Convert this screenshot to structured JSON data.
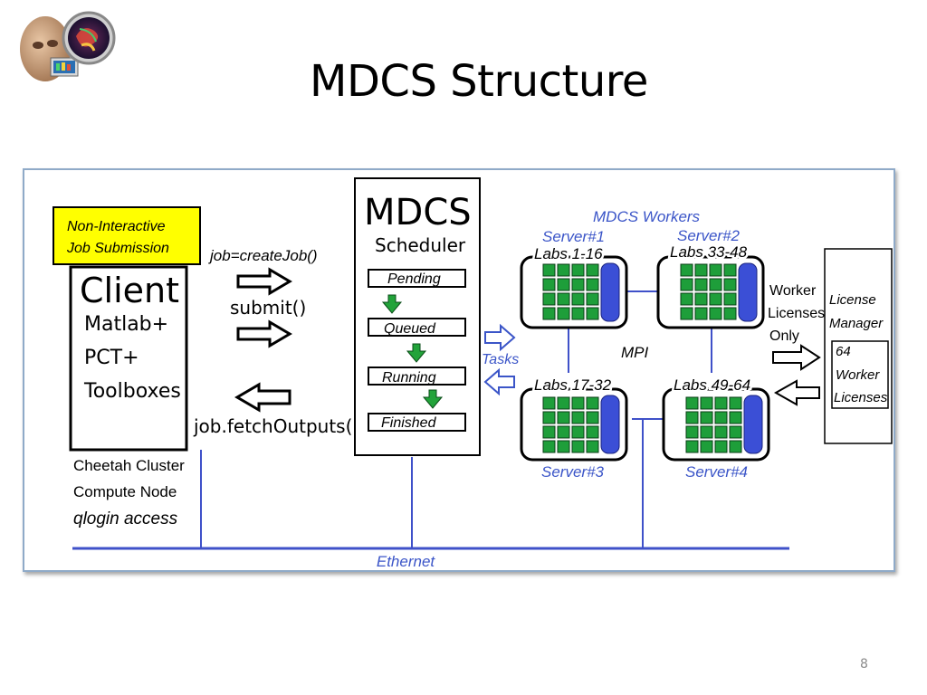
{
  "slide": {
    "title": "MDCS Structure",
    "page_number": "8"
  },
  "client": {
    "callout_line1": "Non-Interactive",
    "callout_line2": "Job Submission",
    "heading": "Client",
    "software": [
      "Matlab+",
      "PCT+",
      "Toolboxes"
    ],
    "node_line1": "Cheetah Cluster",
    "node_line2": "Compute Node",
    "node_line3": "qlogin access"
  },
  "commands": {
    "create_job": "job=createJob()",
    "submit": "submit()",
    "fetch_outputs": "job.fetchOutputs()"
  },
  "scheduler": {
    "title": "MDCS",
    "subtitle": "Scheduler",
    "states": [
      "Pending",
      "Queued",
      "Running",
      "Finished"
    ]
  },
  "tasks_label": "Tasks",
  "workers": {
    "title": "MDCS Workers",
    "mpi_label": "MPI",
    "servers": [
      {
        "name": "Server#1",
        "labs": "Labs 1-16"
      },
      {
        "name": "Server#2",
        "labs": "Labs 33-48"
      },
      {
        "name": "Server#3",
        "labs": "Labs 17-32"
      },
      {
        "name": "Server#4",
        "labs": "Labs 49-64"
      }
    ]
  },
  "licensing": {
    "worker_line1": "Worker",
    "worker_line2": "Licenses",
    "worker_line3": "Only",
    "manager_line1": "License",
    "manager_line2": "Manager",
    "count_line1": "64",
    "count_line2": "Worker",
    "count_line3": "Licenses"
  },
  "network": {
    "label": "Ethernet"
  },
  "colors": {
    "callout_fill": "#ffff00",
    "lab_green": "#1e9e3a",
    "server_blue": "#3b4fd6",
    "link_blue": "#3f51c9",
    "label_blue": "#3b55c8",
    "arrow_green": "#22a33a"
  }
}
